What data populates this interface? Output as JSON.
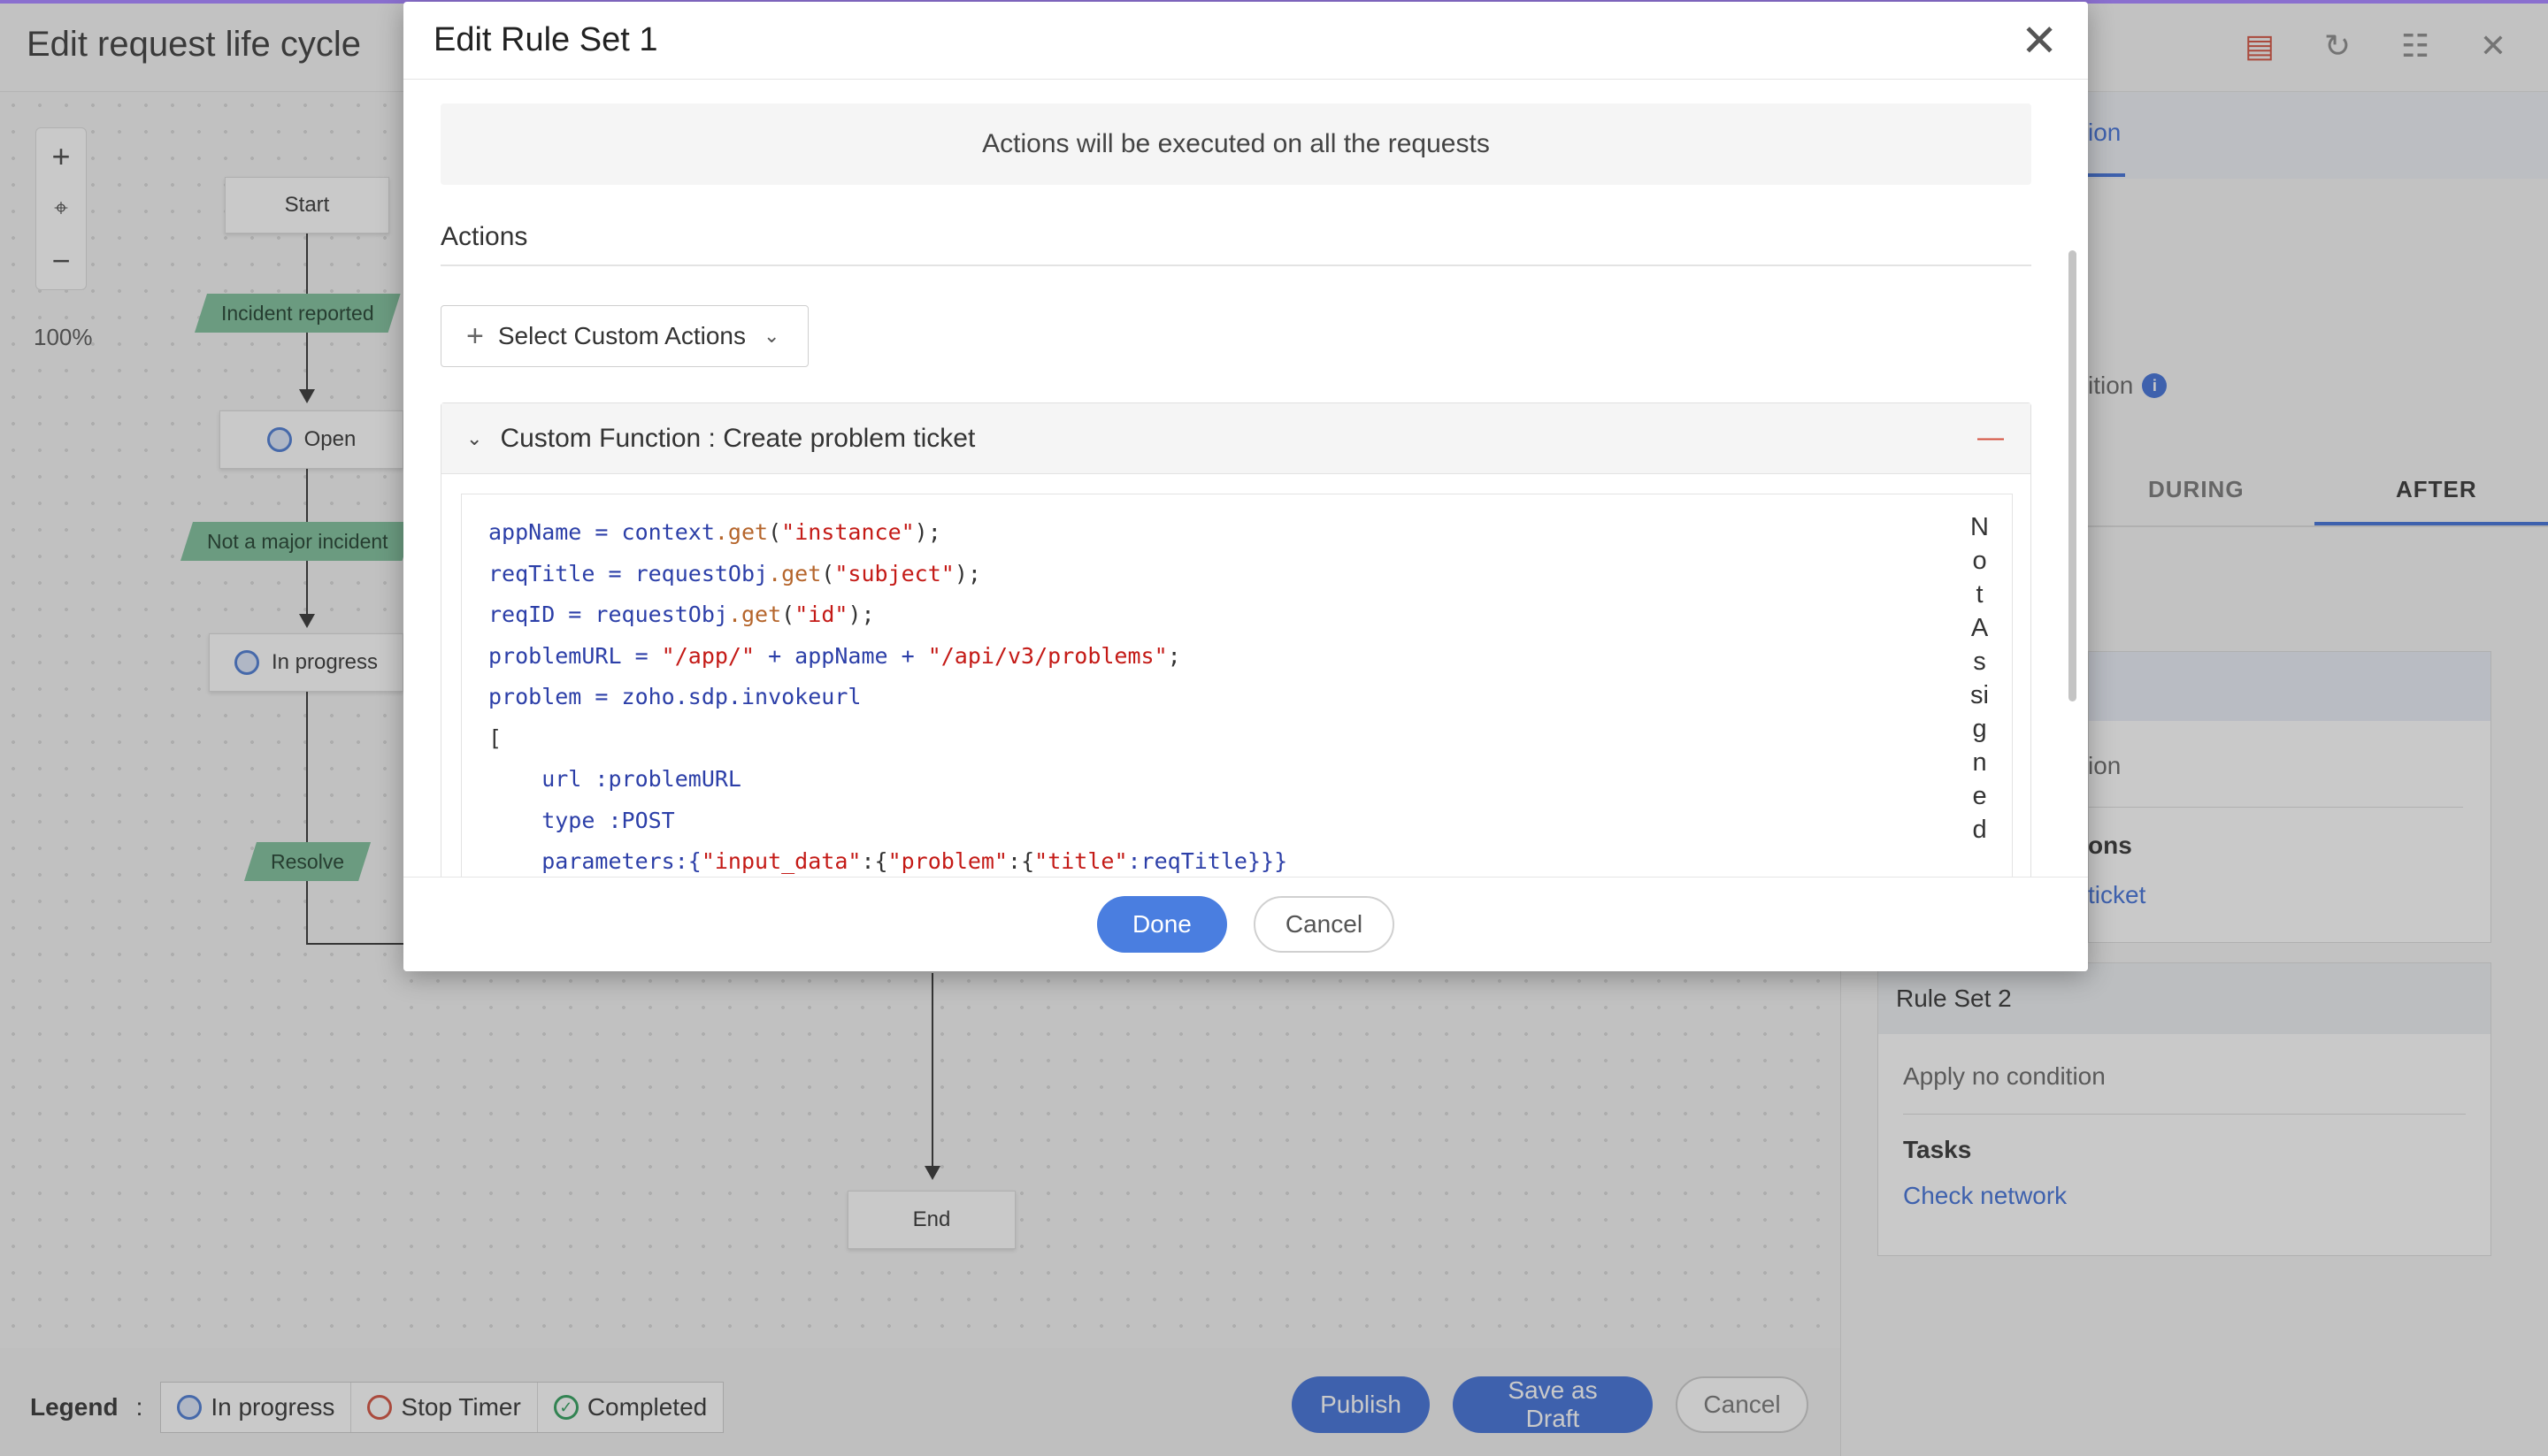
{
  "app": {
    "title": "Edit request life cycle",
    "zoom": "100%",
    "zoom_in": "+",
    "zoom_out": "−",
    "top_icons": [
      "pdf-icon",
      "history-icon",
      "document-search-icon",
      "close-icon"
    ]
  },
  "workflow": {
    "nodes": {
      "start": "Start",
      "open": "Open",
      "in_progress": "In progress",
      "end": "End"
    },
    "transitions": {
      "incident_reported": "Incident reported",
      "not_major": "Not a major incident",
      "resolve": "Resolve"
    }
  },
  "right_panel": {
    "tab_fragment": "ion",
    "condition_fragment": "ition",
    "stage_tabs": [
      "DURING",
      "AFTER"
    ],
    "active_stage": "AFTER",
    "rule_set_1": {
      "condition_fragment": "ion",
      "actions_fragment": "ons",
      "link_fragment": "ticket"
    },
    "rule_set_2": {
      "title": "Rule Set 2",
      "condition": "Apply no condition",
      "tasks_label": "Tasks",
      "task_link": "Check network"
    }
  },
  "legend": {
    "label": "Legend",
    "separator": ":",
    "items": [
      "In progress",
      "Stop Timer",
      "Completed"
    ]
  },
  "bottom_buttons": {
    "publish": "Publish",
    "save_draft": "Save as Draft",
    "cancel": "Cancel"
  },
  "dialog": {
    "title": "Edit Rule Set 1",
    "info": "Actions will be executed on all the requests",
    "actions_heading": "Actions",
    "select_custom_actions": "Select Custom Actions",
    "custom_function_title": "Custom Function : Create problem ticket",
    "remove_symbol": "—",
    "vertical_label": [
      "N",
      "o",
      "t",
      "A",
      "s",
      "si",
      "g",
      "n",
      "e",
      "d"
    ],
    "code_lines": [
      [
        {
          "t": "appName = context",
          "c": "v"
        },
        {
          "t": ".get",
          "c": "m"
        },
        {
          "t": "(",
          "c": "p"
        },
        {
          "t": "\"instance\"",
          "c": "s"
        },
        {
          "t": ");",
          "c": "p"
        }
      ],
      [
        {
          "t": "reqTitle = requestObj",
          "c": "v"
        },
        {
          "t": ".get",
          "c": "m"
        },
        {
          "t": "(",
          "c": "p"
        },
        {
          "t": "\"subject\"",
          "c": "s"
        },
        {
          "t": ");",
          "c": "p"
        }
      ],
      [
        {
          "t": "reqID = requestObj",
          "c": "v"
        },
        {
          "t": ".get",
          "c": "m"
        },
        {
          "t": "(",
          "c": "p"
        },
        {
          "t": "\"id\"",
          "c": "s"
        },
        {
          "t": ");",
          "c": "p"
        }
      ],
      [
        {
          "t": "problemURL = ",
          "c": "v"
        },
        {
          "t": "\"/app/\"",
          "c": "s"
        },
        {
          "t": " + appName + ",
          "c": "v"
        },
        {
          "t": "\"/api/v3/problems\"",
          "c": "s"
        },
        {
          "t": ";",
          "c": "p"
        }
      ],
      [
        {
          "t": "problem = zoho.sdp.invokeurl",
          "c": "v"
        }
      ],
      [
        {
          "t": "[",
          "c": "p"
        }
      ],
      [
        {
          "t": "    url :problemURL",
          "c": "v"
        }
      ],
      [
        {
          "t": "    type :POST",
          "c": "v"
        }
      ],
      [
        {
          "t": "    parameters:{",
          "c": "v"
        },
        {
          "t": "\"input_data\"",
          "c": "s"
        },
        {
          "t": ":{",
          "c": "p"
        },
        {
          "t": "\"problem\"",
          "c": "s"
        },
        {
          "t": ":{",
          "c": "p"
        },
        {
          "t": "\"title\"",
          "c": "s"
        },
        {
          "t": ":reqTitle}}}",
          "c": "v"
        }
      ]
    ],
    "done": "Done",
    "cancel": "Cancel"
  }
}
